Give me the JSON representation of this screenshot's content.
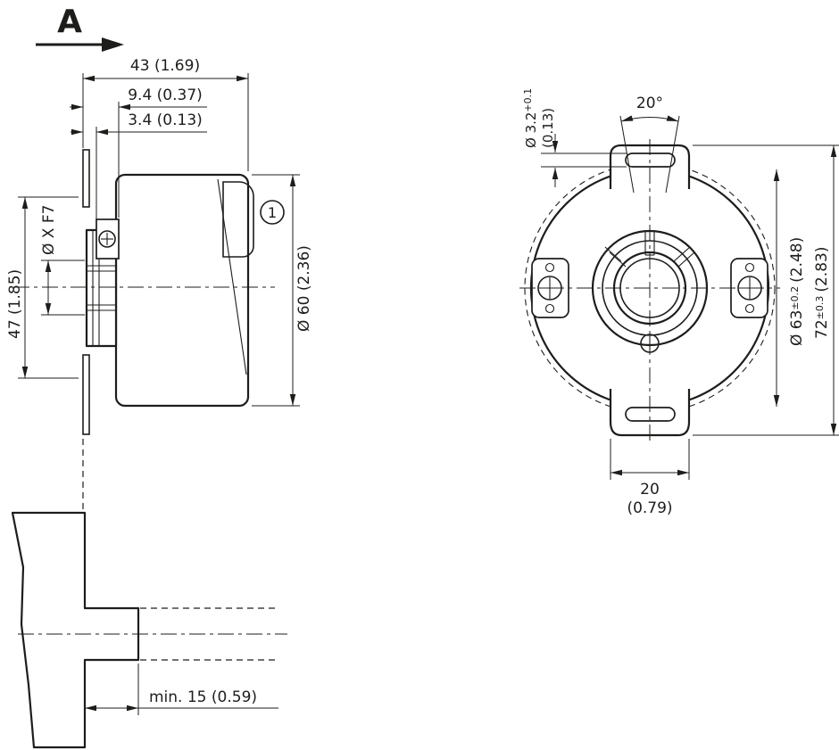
{
  "view_marker": {
    "label": "A"
  },
  "side_view": {
    "callout_1": "1",
    "dims": {
      "width_total": "43 (1.69)",
      "offset_1": "9.4 (0.37)",
      "offset_2": "3.4 (0.13)",
      "shaft_bore": "Ø X F7",
      "height_47": "47 (1.85)",
      "body_dia": "Ø 60 (2.36)",
      "min_depth": "min. 15 (0.59)"
    }
  },
  "front_view": {
    "dims": {
      "slot_angle": "20°",
      "slot_width": "Ø 3.2",
      "slot_width_tol": "+0.1",
      "slot_width_inch": "(0.13)",
      "body_dia": "Ø 63",
      "body_dia_tol": "±0.2",
      "body_dia_inch": "(2.48)",
      "tab_span": "72",
      "tab_span_tol": "±0.3",
      "tab_span_inch": "(2.83)",
      "tab_width": "20",
      "tab_width_inch": "(0.79)"
    }
  }
}
